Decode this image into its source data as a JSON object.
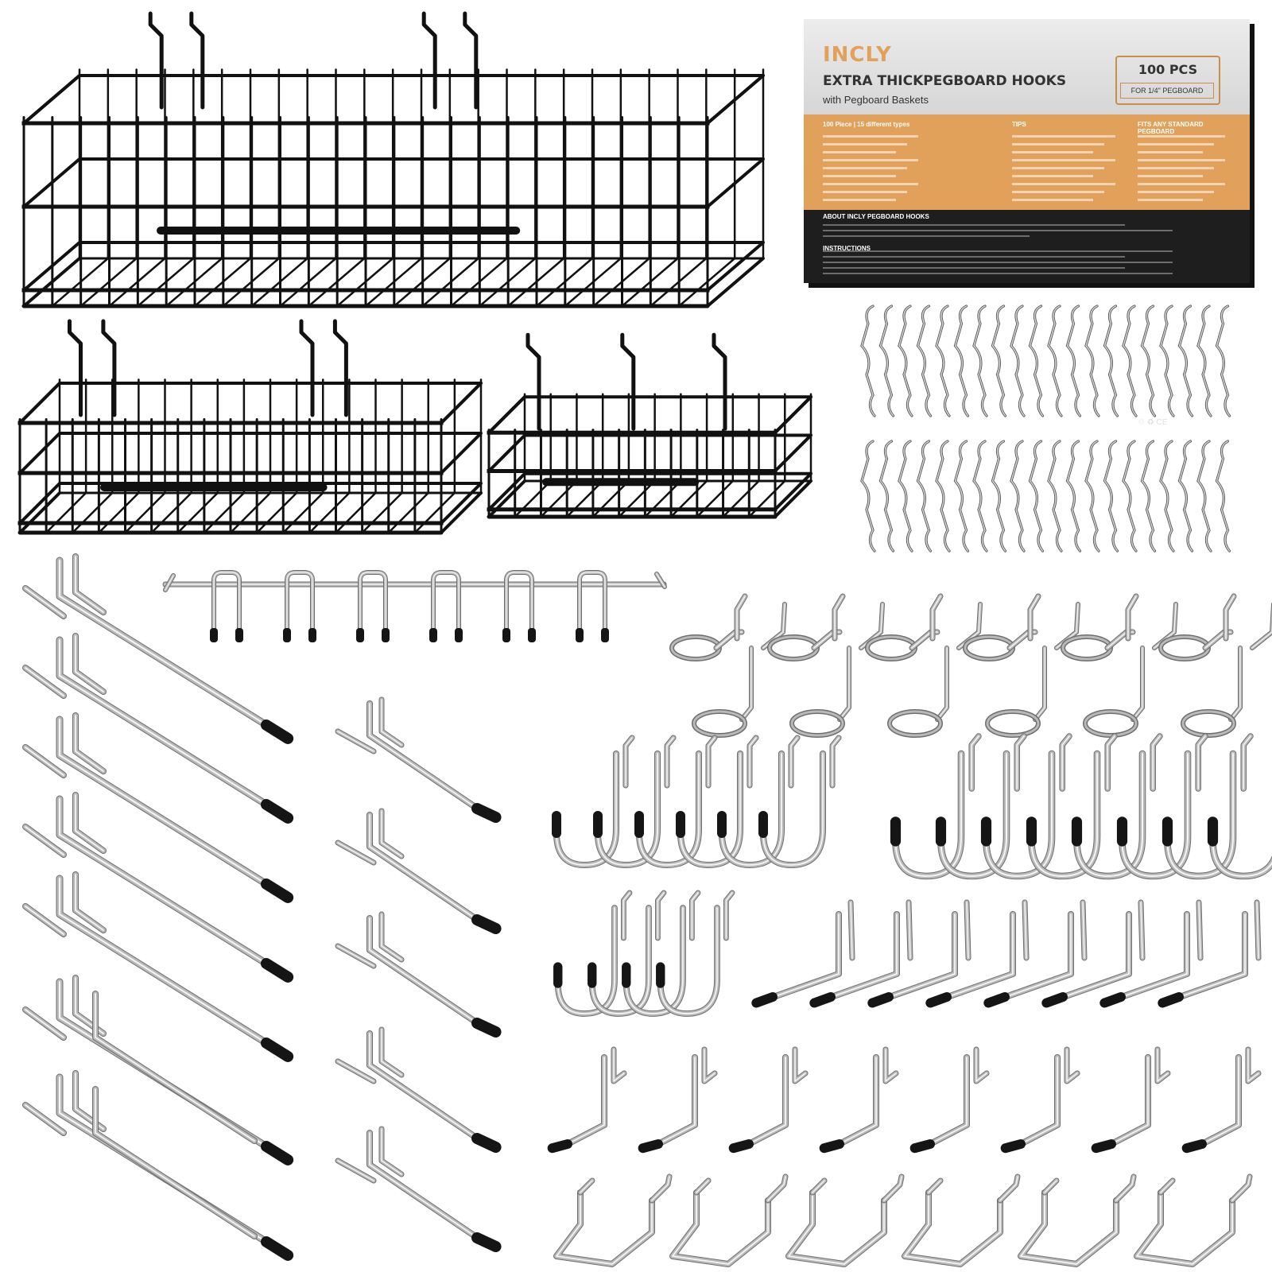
{
  "package": {
    "brand": "INCLY",
    "headline": "EXTRA THICKPEGBOARD HOOKS",
    "subline": "with Pegboard Baskets",
    "count": "100 PCS",
    "fits": "FOR 1/4\" PEGBOARD",
    "section_heads": {
      "contents": "100 Piece | 15 different types",
      "tips": "TIPS",
      "fits_any": "FITS ANY STANDARD PEGBOARD",
      "about": "ABOUT INCLY PEGBOARD HOOKS",
      "instructions": "INSTRUCTIONS"
    },
    "certification_marks": "♲ ♻ CE"
  },
  "colors": {
    "basket": "#111111",
    "chrome": "#b9b9b9",
    "chrome_dark": "#6e6e6e",
    "tip": "#151515",
    "box_accent": "#e2a15a",
    "box_dark": "#1e1e1e"
  },
  "items": {
    "large_basket": "large-basket",
    "medium_basket": "medium-basket",
    "small_basket": "small-basket",
    "peg_locks": "peg-locks",
    "multi_tool_rack": "multi-tool-rack",
    "ring_holders": "ring-holders",
    "j_hooks": "j-hooks",
    "long_straight_hooks": "long-straight-hooks",
    "short_straight_hooks": "short-straight-hooks",
    "angled_hooks": "angled-hooks",
    "l_hooks": "l-hooks",
    "loop_hooks": "loop-hooks"
  }
}
